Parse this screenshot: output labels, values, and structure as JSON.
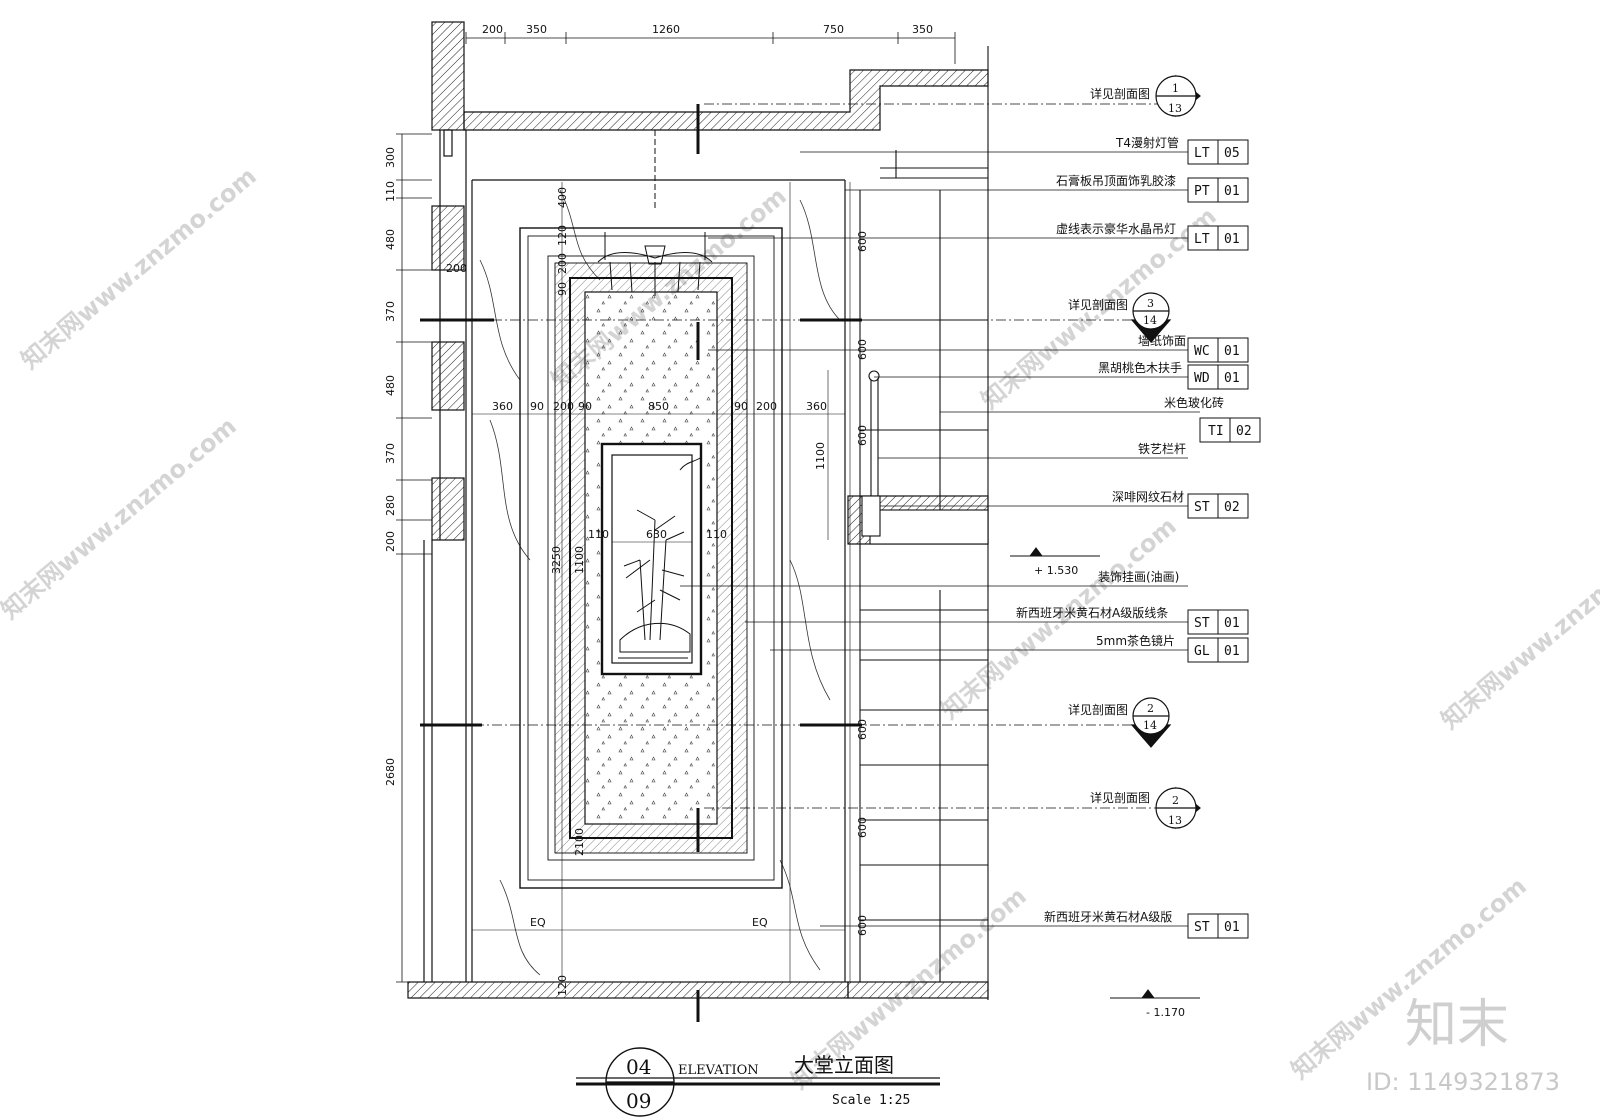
{
  "top_dims": [
    "200",
    "350",
    "1260",
    "750",
    "350"
  ],
  "left_dims": [
    "300",
    "110",
    "480",
    "370",
    "480",
    "370",
    "280",
    "200",
    "2680"
  ],
  "inner_dims_h": [
    "360",
    "90",
    "200",
    "90",
    "850",
    "90",
    "200",
    "360"
  ],
  "inner_dims_misc": {
    "d200a": "200",
    "v400": "400",
    "v120": "120",
    "v200": "200",
    "v90": "90",
    "v3250": "3250",
    "v1100": "1100",
    "v1100r": "1100",
    "p110l": "110",
    "p630": "630",
    "p110r": "110",
    "eq": "EQ",
    "v600": "600",
    "v120b": "120",
    "v2100": "2100"
  },
  "section_marks": [
    {
      "label": "详见剖面图",
      "num": "1",
      "sheet": "13"
    },
    {
      "label": "详见剖面图",
      "num": "3",
      "sheet": "14"
    },
    {
      "label": "详见剖面图",
      "num": "2",
      "sheet": "14"
    },
    {
      "label": "详见剖面图",
      "num": "2",
      "sheet": "13"
    }
  ],
  "callouts": [
    {
      "text": "T4漫射灯管",
      "code": "LT",
      "num": "05"
    },
    {
      "text": "石膏板吊顶面饰乳胶漆",
      "code": "PT",
      "num": "01"
    },
    {
      "text": "虚线表示豪华水晶吊灯",
      "code": "LT",
      "num": "01"
    },
    {
      "text": "墙纸饰面",
      "code": "WC",
      "num": "01"
    },
    {
      "text": "黑胡桃色木扶手",
      "code": "WD",
      "num": "01"
    },
    {
      "text": "米色玻化砖",
      "code": "TI",
      "num": "02"
    },
    {
      "text": "铁艺栏杆",
      "code": "",
      "num": ""
    },
    {
      "text": "深啡网纹石材",
      "code": "ST",
      "num": "02"
    },
    {
      "text": "装饰挂画(油画)",
      "code": "",
      "num": ""
    },
    {
      "text": "新西班牙米黄石材A级版线条",
      "code": "ST",
      "num": "01"
    },
    {
      "text": "5mm茶色镜片",
      "code": "GL",
      "num": "01"
    },
    {
      "text": "新西班牙米黄石材A级版",
      "code": "ST",
      "num": "01"
    }
  ],
  "levels": {
    "upper": "+ 1.530",
    "lower": "- 1.170"
  },
  "title_block": {
    "num_top": "04",
    "num_bottom": "09",
    "elevation": "ELEVATION",
    "name": "大堂立面图",
    "scale": "Scale 1:25"
  },
  "watermark": {
    "brand": "知末",
    "id": "ID: 1149321873",
    "site": "知末网www.znzmo.com"
  }
}
